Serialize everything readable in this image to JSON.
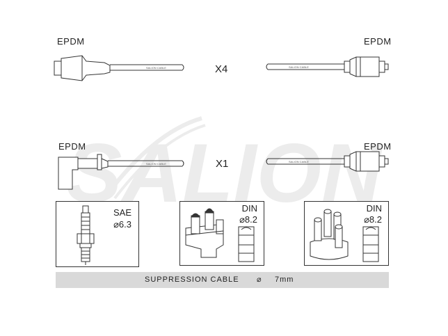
{
  "cable_row_1": {
    "left_label": "EPDM",
    "right_label": "EPDM",
    "quantity": "X4"
  },
  "cable_row_2": {
    "left_label": "EPDM",
    "right_label": "EPDM",
    "quantity": "X1"
  },
  "watermark": "SALION",
  "panels": [
    {
      "standard": "SAE",
      "size": "⌀6.3"
    },
    {
      "standard": "DIN",
      "size": "⌀8.2"
    },
    {
      "standard": "DIN",
      "size": "⌀8.2"
    }
  ],
  "footer": {
    "label": "SUPPRESSION CABLE",
    "diameter_symbol": "⌀",
    "diameter_value": "7mm"
  },
  "colors": {
    "line": "#333333",
    "bar": "#d9d9d9",
    "watermark": "#e6e6e6"
  }
}
